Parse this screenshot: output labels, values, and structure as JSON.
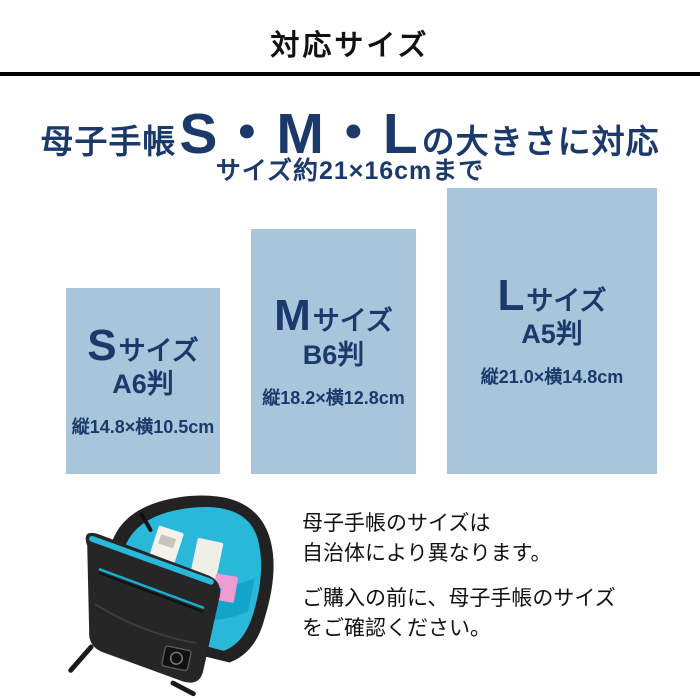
{
  "header": {
    "title": "対応サイズ"
  },
  "hero": {
    "prefix": "母子手帳",
    "sizes": "S・M・L",
    "suffix": "の大きさに対応",
    "subtitle": "サイズ約21×16cmまで"
  },
  "size_boxes": [
    {
      "letter": "S",
      "kana": "サイズ",
      "paper": "A6判",
      "dims": "縦14.8×横10.5cm"
    },
    {
      "letter": "M",
      "kana": "サイズ",
      "paper": "B6判",
      "dims": "縦18.2×横12.8cm"
    },
    {
      "letter": "L",
      "kana": "サイズ",
      "paper": "A5判",
      "dims": "縦21.0×横14.8cm"
    }
  ],
  "note": {
    "lines": [
      "母子手帳のサイズは",
      "自治体により異なります。",
      "ご購入の前に、母子手帳のサイズ",
      "をご確認ください。"
    ]
  },
  "colors": {
    "navy": "#1b3a6b",
    "box_fill": "#a9c5dc",
    "heading_black": "#111111",
    "bag_cyan": "#2ab8da",
    "bag_black": "#262626"
  },
  "illustration": {
    "name": "mothers-handbook-case-photo"
  }
}
